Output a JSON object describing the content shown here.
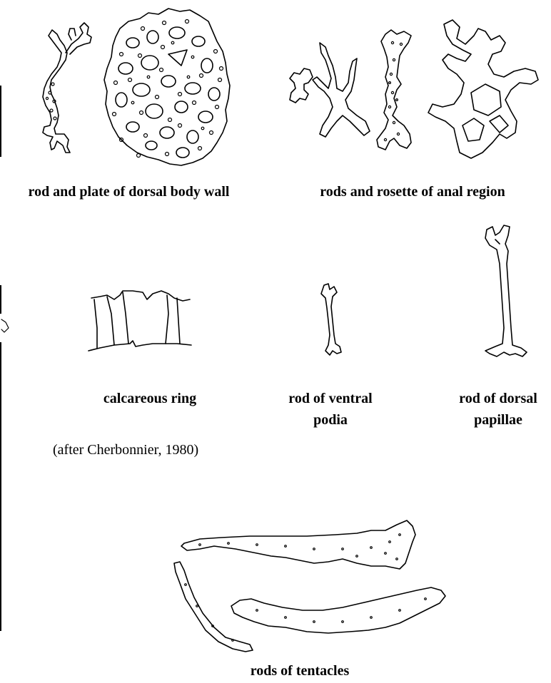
{
  "captions": {
    "dorsal_body_wall": "rod and plate of dorsal body wall",
    "anal_region": "rods and rosette of anal region",
    "calcareous_ring": "calcareous ring",
    "ventral_podia_line1": "rod of ventral",
    "ventral_podia_line2": "podia",
    "dorsal_papillae_line1": "rod of dorsal",
    "dorsal_papillae_line2": "papillae",
    "tentacles": "rods of tentacles"
  },
  "credit": "(after Cherbonnier, 1980)"
}
